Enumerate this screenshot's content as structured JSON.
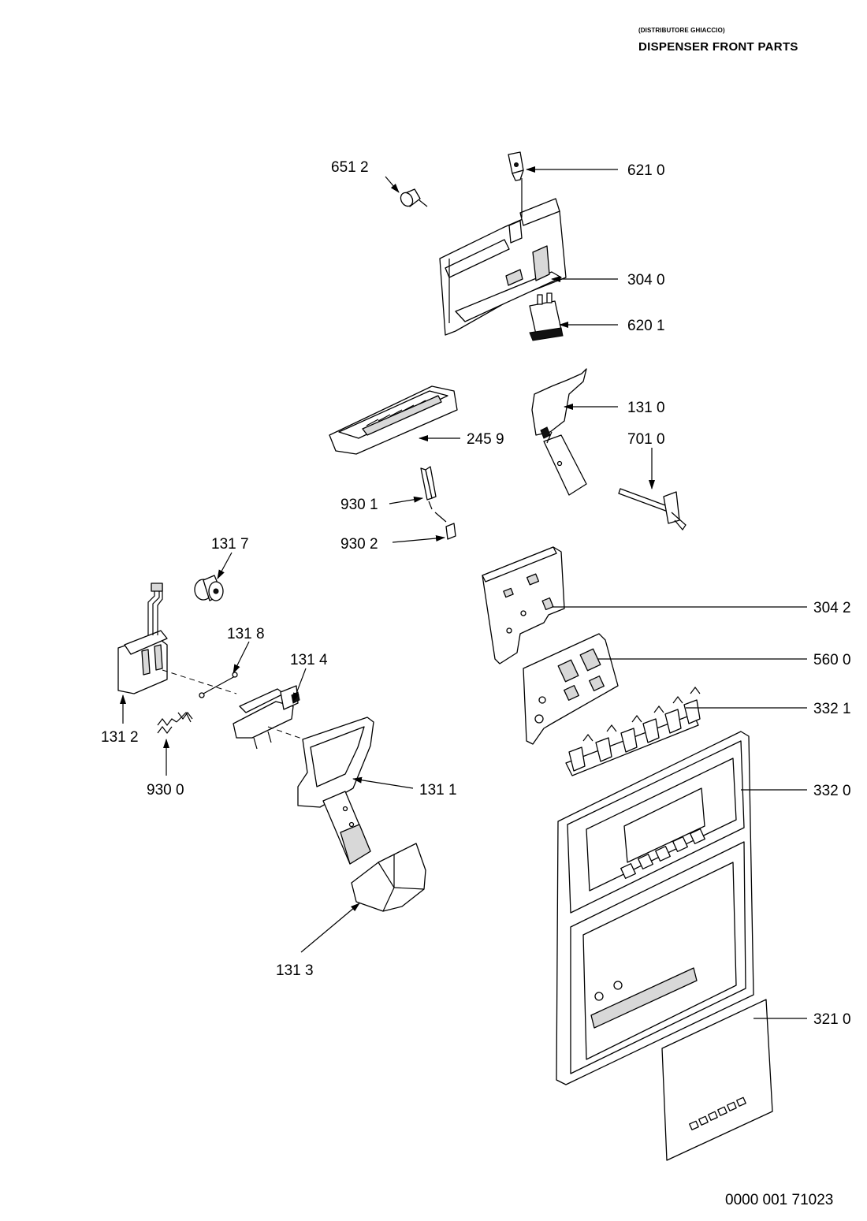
{
  "header": {
    "subtitle": "(DISTRIBUTORE GHIACCIO)",
    "title": "DISPENSER FRONT PARTS"
  },
  "footer": {
    "document_number": "0000 001 71023"
  },
  "callouts": {
    "p6512": "651 2",
    "p6210": "621 0",
    "p3040": "304 0",
    "p6201": "620 1",
    "p1310": "131 0",
    "p2459": "245 9",
    "p7010": "701 0",
    "p9301": "930 1",
    "p9302": "930 2",
    "p1317": "131 7",
    "p3042": "304 2",
    "p1318": "131 8",
    "p1314": "131 4",
    "p5600": "560 0",
    "p3321": "332 1",
    "p1312": "131 2",
    "p9300": "930 0",
    "p1311": "131 1",
    "p3320": "332 0",
    "p1313": "131 3",
    "p3210": "321 0"
  }
}
